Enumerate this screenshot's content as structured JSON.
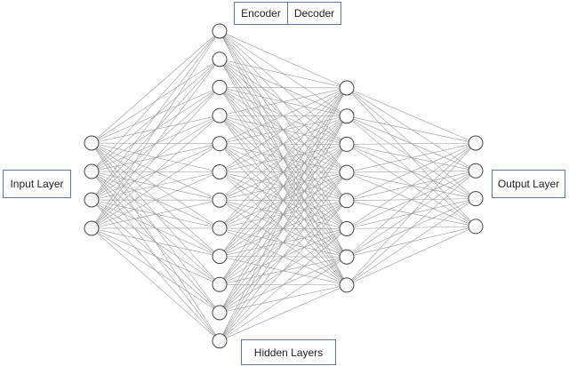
{
  "labels": {
    "input_layer": "Input Layer",
    "output_layer": "Output Layer",
    "hidden_layers": "Hidden Layers",
    "encoder": "Encoder",
    "decoder": "Decoder"
  },
  "network": {
    "layer_sizes": [
      4,
      12,
      8,
      4
    ],
    "connectivity": "fully-connected",
    "node_style": "hollow circle",
    "edge_color": "#9a9a9a",
    "node_stroke_color": "#444444",
    "box_border_color": "#5b7aa8"
  }
}
